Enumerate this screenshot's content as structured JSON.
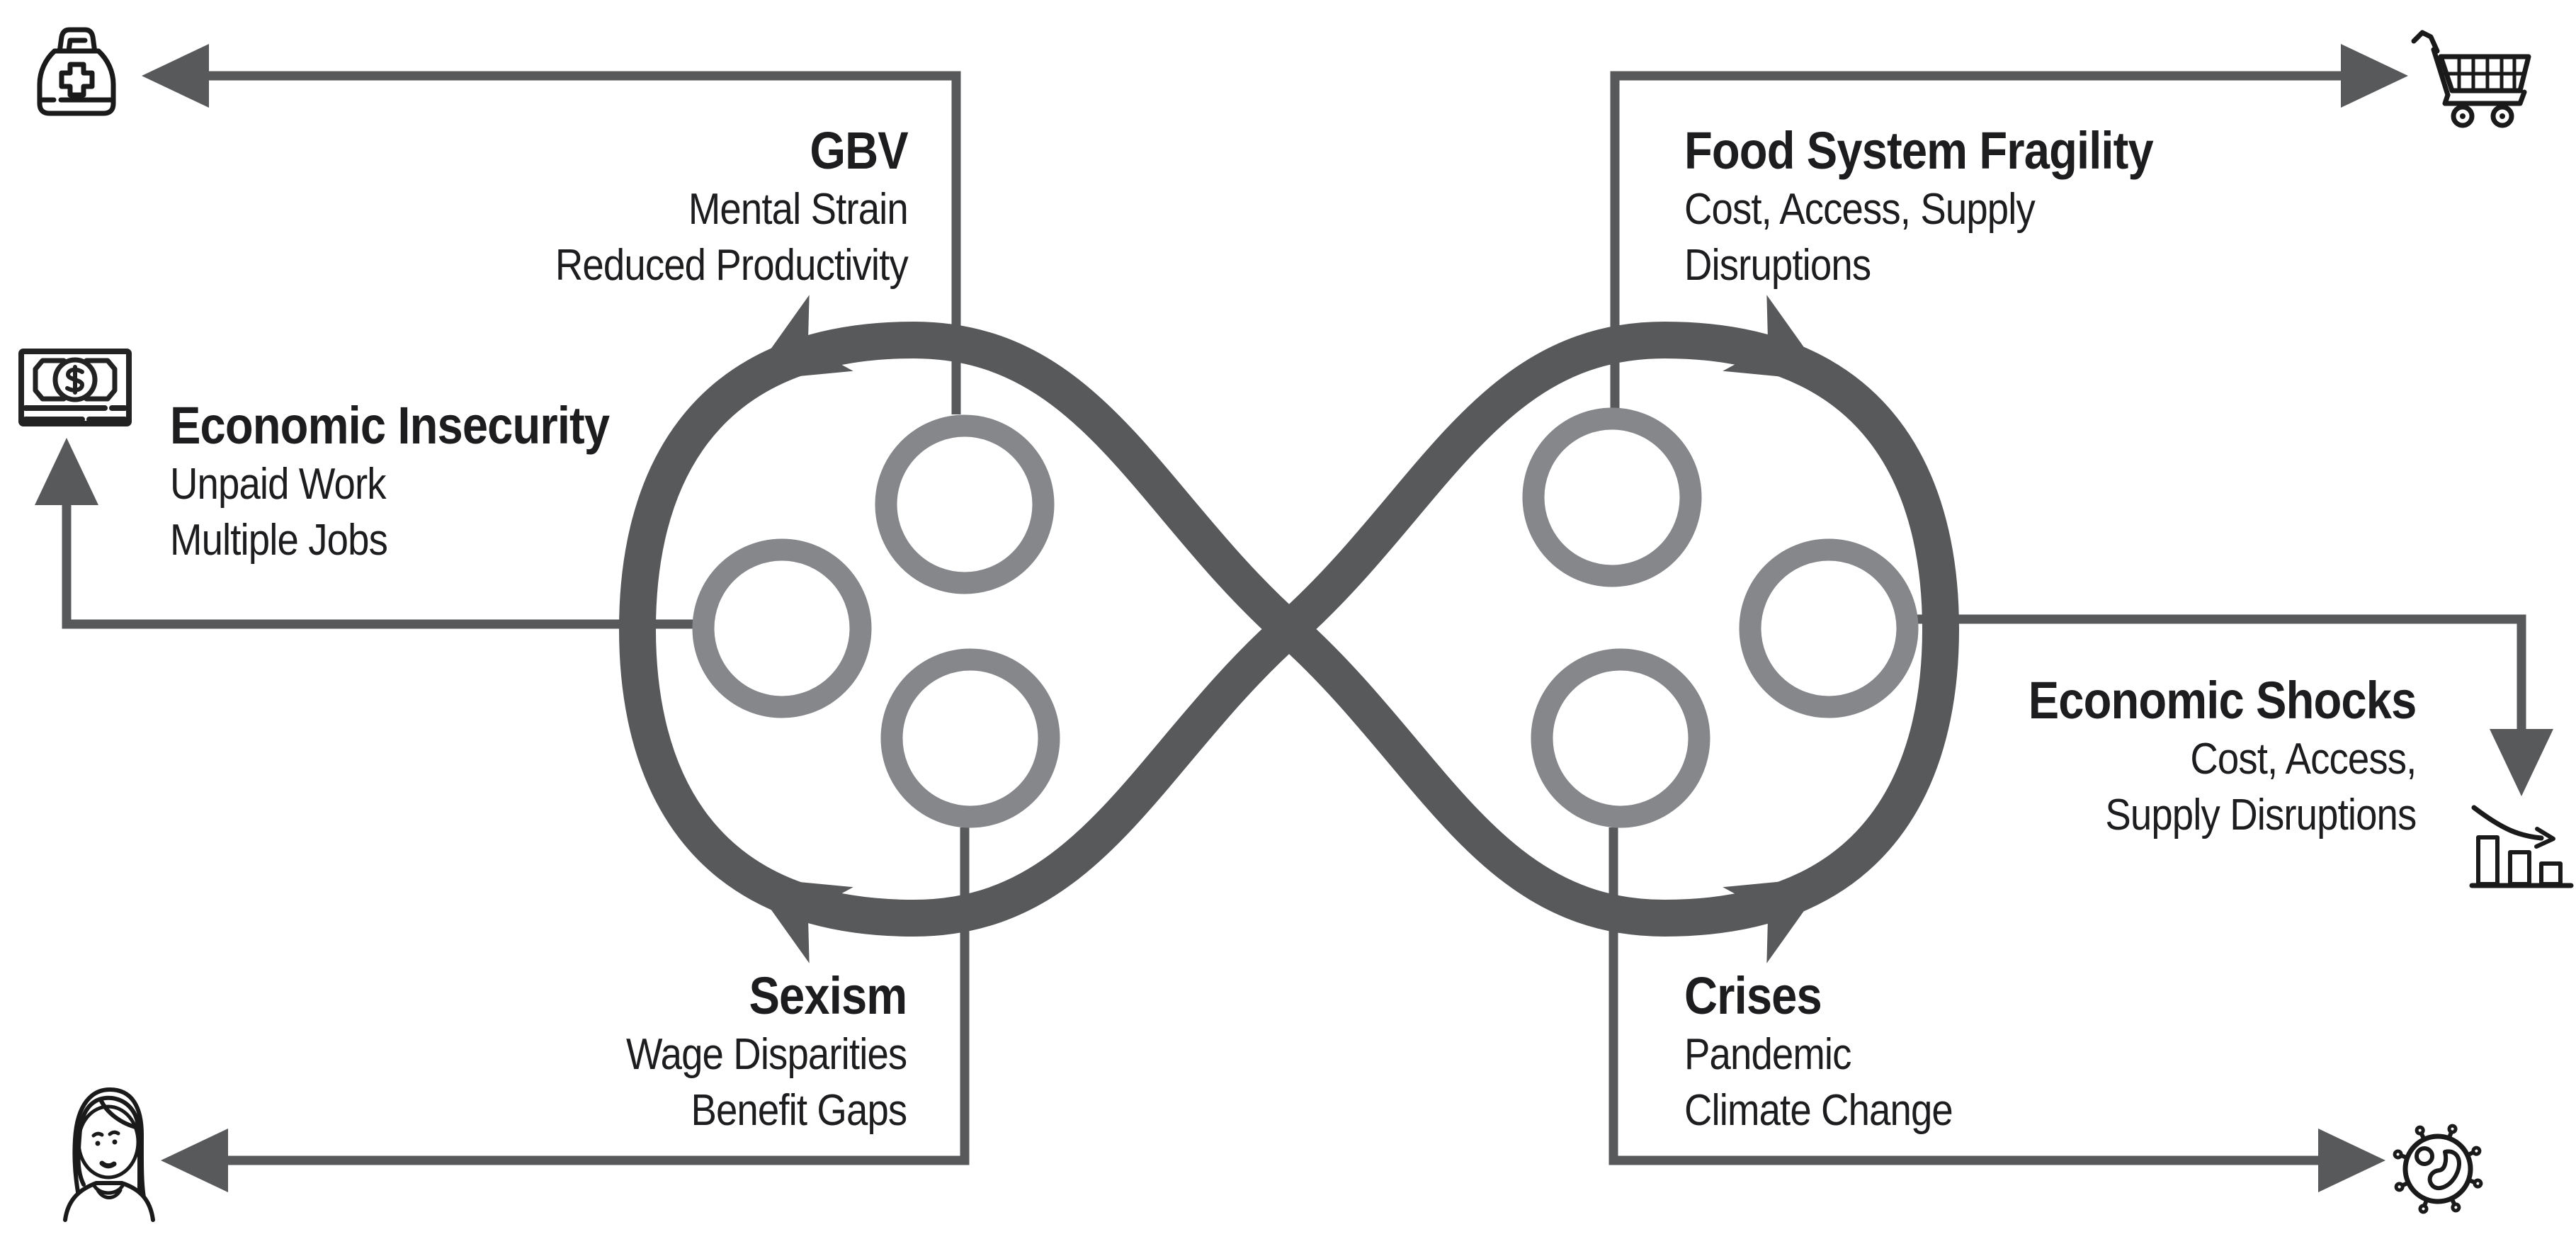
{
  "diagram": {
    "type": "infinity-loop-cycle",
    "background": "#ffffff",
    "colors": {
      "loop_stroke": "#58595b",
      "connector_stroke": "#58595b",
      "inner_circle_stroke": "#85878a",
      "text": "#1d1d1f",
      "icon_stroke": "#1a1a1a"
    },
    "nodes": {
      "gbv": {
        "title": "GBV",
        "lines": [
          "Mental Strain",
          "Reduced Productivity"
        ]
      },
      "food_system_fragility": {
        "title": "Food System Fragility",
        "lines": [
          "Cost, Access, Supply",
          "Disruptions"
        ]
      },
      "economic_insecurity": {
        "title": "Economic Insecurity",
        "lines": [
          "Unpaid Work",
          "Multiple Jobs"
        ]
      },
      "economic_shocks": {
        "title": "Economic Shocks",
        "lines": [
          "Cost, Access,",
          "Supply Disruptions"
        ]
      },
      "sexism": {
        "title": "Sexism",
        "lines": [
          "Wage Disparities",
          "Benefit Gaps"
        ]
      },
      "crises": {
        "title": "Crises",
        "lines": [
          "Pandemic",
          "Climate Change"
        ]
      }
    },
    "icons": {
      "top_left": "first-aid-kit-icon",
      "top_right": "shopping-cart-icon",
      "middle_left": "money-icon",
      "middle_right": "declining-chart-icon",
      "bottom_left": "woman-icon",
      "bottom_right": "virus-icon"
    },
    "loop": {
      "lobes": 2,
      "inner_circles_per_lobe": 3,
      "arrowheads_on_loop": 4,
      "straight_arrows": 6
    }
  }
}
